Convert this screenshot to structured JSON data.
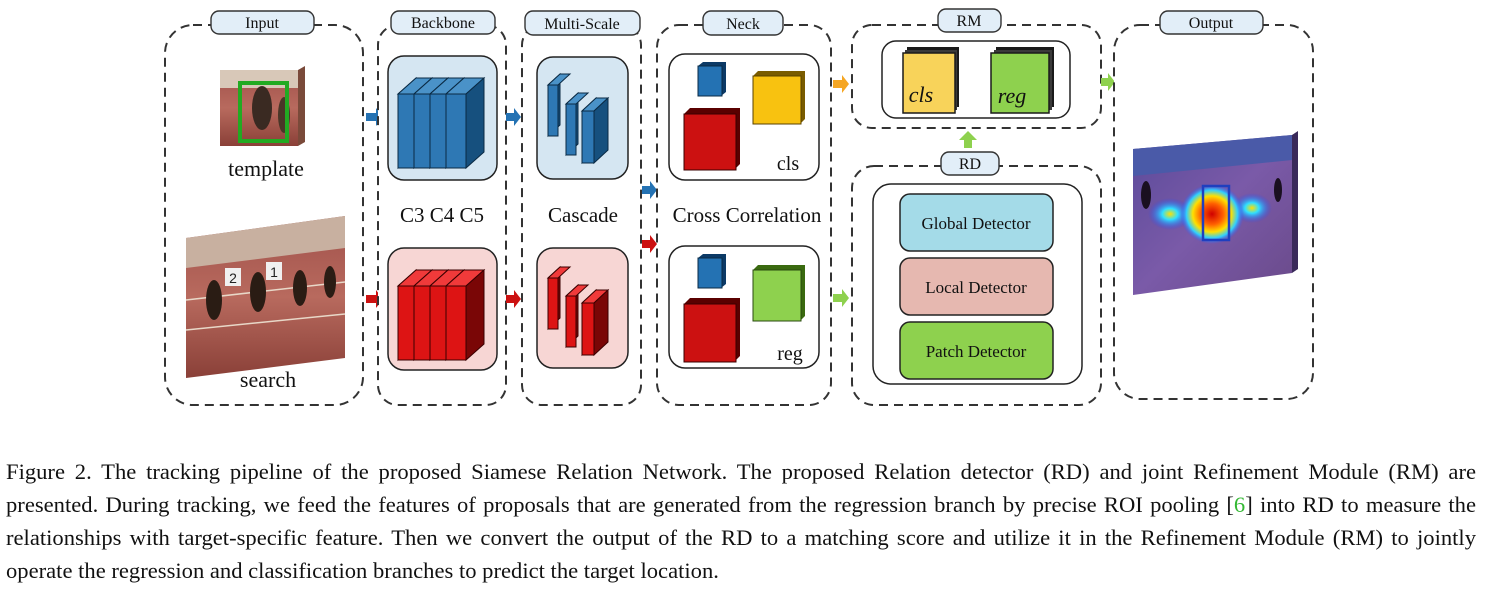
{
  "figure": {
    "sections": {
      "input": "Input",
      "backbone": "Backbone",
      "multiscale": "Multi-Scale",
      "neck": "Neck",
      "rm": "RM",
      "rd": "RD",
      "output": "Output"
    },
    "labels": {
      "template": "template",
      "search": "search",
      "c345": "C3 C4 C5",
      "cascade": "Cascade",
      "cross_correlation": "Cross Correlation",
      "cls": "cls",
      "reg": "reg",
      "rm_cls": "cls",
      "rm_reg": "reg"
    },
    "detectors": {
      "global": "Global Detector",
      "local": "Local Detector",
      "patch": "Patch Detector"
    },
    "colors": {
      "template_branch": "#2472b3",
      "search_branch": "#cc1111",
      "cls_block": "#f8c210",
      "reg_block": "#8ed14e",
      "global_fill": "#a4dbe8",
      "local_fill": "#e6b8b0",
      "patch_fill": "#8ed14e",
      "arrow_orange": "#f5a623",
      "arrow_green": "#8ed14e",
      "bbox_green": "#22aa22",
      "bbox_blue": "#1f3fbf"
    }
  },
  "caption": {
    "prefix": "Figure 2. The tracking pipeline of the proposed Siamese Relation Network.  The proposed Relation detector (RD) and joint Refinement Module (RM) are presented.  During tracking, we feed the features of proposals that are generated from the regression branch by precise ROI pooling [",
    "ref": "6",
    "suffix": "] into RD to measure the relationships with target-specific feature. Then we convert the output of the RD to a matching score and utilize it in the Refinement Module (RM) to jointly operate the regression and classification branches to predict the target location."
  }
}
